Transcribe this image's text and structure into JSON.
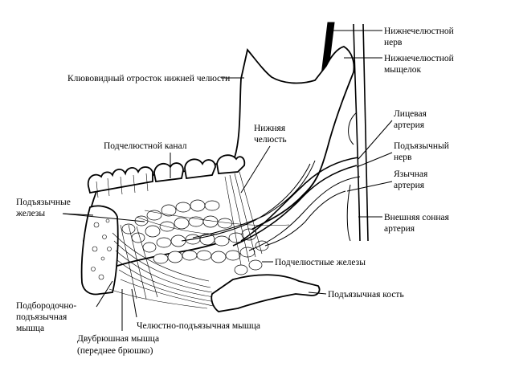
{
  "labels": {
    "mandibular_nerve": [
      "Нижнечелюстной",
      "нерв"
    ],
    "mandibular_condyle": [
      "Нижнечелюстной",
      "мыщелок"
    ],
    "coronoid_process": "Клювовидный отросток нижней челюсти",
    "facial_artery": [
      "Лицевая",
      "артерия"
    ],
    "mandible": [
      "Нижняя",
      "челюсть"
    ],
    "submandibular_canal": "Подчелюстной канал",
    "hypoglossal_nerve": [
      "Подъязычный",
      "нерв"
    ],
    "lingual_artery": [
      "Язычная",
      "артерия"
    ],
    "sublingual_glands": [
      "Подъязычные",
      "железы"
    ],
    "external_carotid_artery": [
      "Внешняя сонная",
      "артерия"
    ],
    "submandibular_glands": "Подчелюстные железы",
    "hyoid_bone": "Подъязычная кость",
    "geniohyoid_muscle": [
      "Подбородочно-",
      "подъязычная",
      "мышца"
    ],
    "mylohyoid_muscle": "Челюстно-подъязычная мышца",
    "digastric_muscle": [
      "Двубрюшная мышца",
      "(переднее брюшко)"
    ]
  }
}
